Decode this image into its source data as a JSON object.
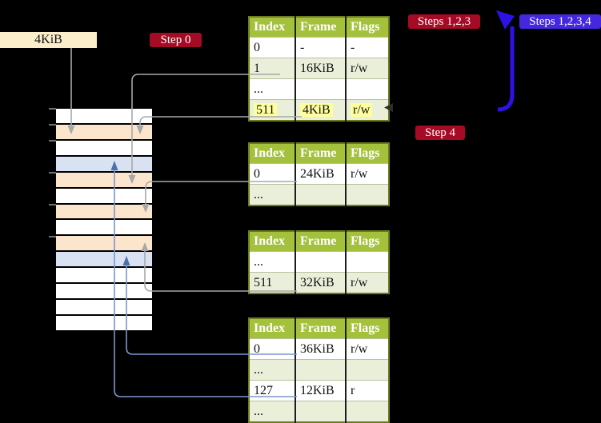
{
  "diagram": {
    "memory_label": "4KiB",
    "step_labels": {
      "step0": "Step 0",
      "steps123": "Steps 1,2,3",
      "steps1234": "Steps 1,2,3,4",
      "step4": "Step 4"
    },
    "table_headers": [
      "Index",
      "Frame",
      "Flags"
    ],
    "tables": [
      {
        "name": "page-table-level-1",
        "rows": [
          [
            "0",
            "-",
            "-"
          ],
          [
            "1",
            "16KiB",
            "r/w"
          ],
          [
            "...",
            "",
            ""
          ],
          [
            "511",
            "4KiB",
            "r/w"
          ]
        ],
        "highlighted_row": "511"
      },
      {
        "name": "page-table-level-2",
        "rows": [
          [
            "0",
            "24KiB",
            "r/w"
          ],
          [
            "...",
            "",
            ""
          ]
        ]
      },
      {
        "name": "page-table-level-3",
        "rows": [
          [
            "...",
            "",
            ""
          ],
          [
            "511",
            "32KiB",
            "r/w"
          ]
        ]
      },
      {
        "name": "page-table-level-4",
        "rows": [
          [
            "0",
            "36KiB",
            "r/w"
          ],
          [
            "...",
            "",
            ""
          ],
          [
            "127",
            "12KiB",
            "r"
          ],
          [
            "...",
            "",
            ""
          ]
        ]
      }
    ],
    "memory_stack": {
      "rows": [
        "white",
        "peach",
        "white",
        "blue",
        "peach",
        "white",
        "peach",
        "white",
        "peach",
        "blue",
        "white",
        "white",
        "white",
        "white"
      ]
    },
    "colors": {
      "background": "#000000",
      "table_header_green": "#a4c13c",
      "table_row_green": "#e9efd9",
      "table_border_olive": "#6e7b1e",
      "highlight_yellow": "#feff9c",
      "frame_peach": "#fce5cd",
      "frame_blue": "#d9e2f3",
      "label_dark_red": "#a60b25",
      "label_blue_violet": "#4527e0",
      "big_arrow_blue": "#2c12e6",
      "connector_gray": "#a8a8a8",
      "connector_steel_blue": "#7a97cd",
      "memory_label_cream": "#fbeecb"
    }
  }
}
